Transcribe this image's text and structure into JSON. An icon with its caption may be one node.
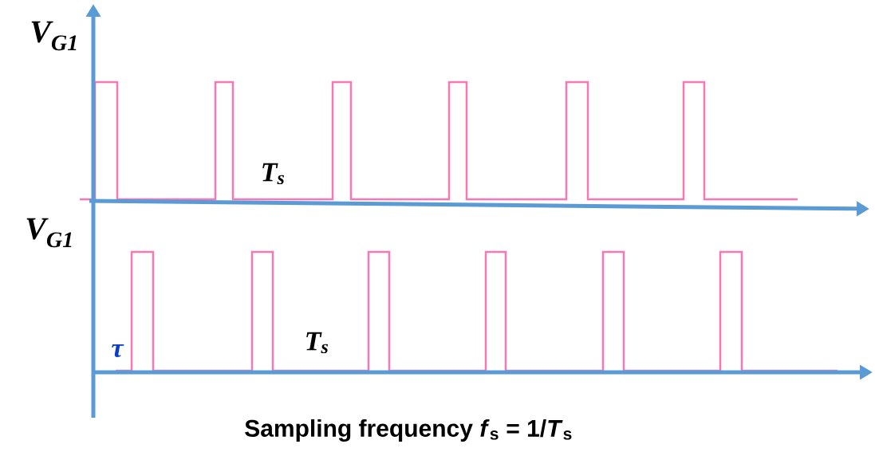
{
  "diagram": {
    "labels": [
      "V$_{G1}$",
      "T$_{s}$",
      "V$_{G1}$",
      "τ",
      "T$_{s}$",
      "Sampling frequency *f*$_{s}$ = 1/*T*$_{s}$"
    ]
  }
}
